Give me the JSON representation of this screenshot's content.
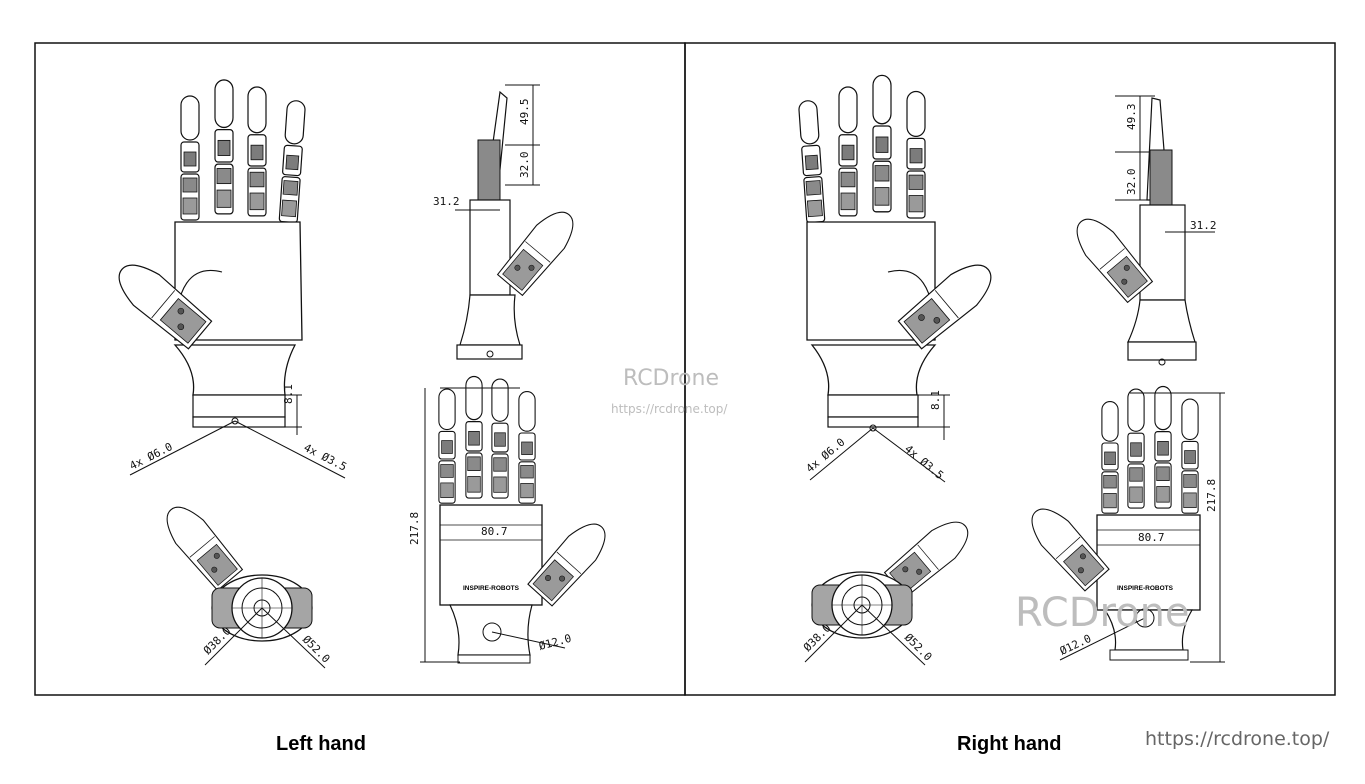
{
  "captions": {
    "left": "Left hand",
    "right": "Right hand"
  },
  "watermark": {
    "brand": "RCDrone",
    "url": "https://rcdrone.top/"
  },
  "footer_url": "https://rcdrone.top/",
  "left_hand": {
    "front": {
      "mount_holes_large": "4x Ø6.0",
      "mount_holes_small": "4x Ø3.5",
      "base_height": "8.1"
    },
    "side": {
      "fingertip_length": "49.5",
      "middle_segment": "32.0",
      "thumb_offset": "31.2"
    },
    "bottom": {
      "inner_diameter": "Ø38.0",
      "outer_diameter": "Ø52.0"
    },
    "back": {
      "palm_width": "80.7",
      "total_length": "217.8",
      "wrist_hole": "Ø12.0",
      "brand_label": "INSPIRE-ROBOTS"
    }
  },
  "right_hand": {
    "front": {
      "mount_holes_large": "4x Ø6.0",
      "mount_holes_small": "4x Ø3.5",
      "base_height": "8.1"
    },
    "side": {
      "fingertip_length": "49.3",
      "middle_segment": "32.0",
      "thumb_offset": "31.2"
    },
    "bottom": {
      "inner_diameter": "Ø38.0",
      "outer_diameter": "Ø52.0"
    },
    "back": {
      "palm_width": "80.7",
      "total_length": "217.8",
      "wrist_hole": "Ø12.0",
      "brand_label": "INSPIRE-ROBOTS"
    }
  },
  "colors": {
    "line": "#111111",
    "fill": "#ffffff",
    "mechanism": "#8a8a8a",
    "watermark": "#bdbdbd"
  }
}
